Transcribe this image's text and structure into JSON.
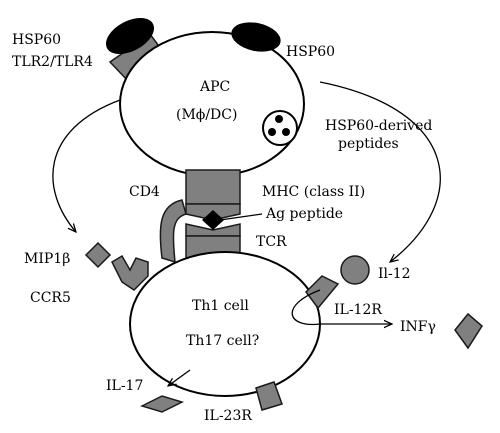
{
  "labels": {
    "hsp60_top_left": "HSP60",
    "tlr": "TLR2/TLR4",
    "hsp60_right": "HSP60",
    "apc": "APC",
    "apc_sub": "(Mϕ/DC)",
    "hsp_peptides_1": "HSP60-derived",
    "hsp_peptides_2": "peptides",
    "cd4": "CD4",
    "mhc": "MHC (class II)",
    "ag_peptide": "Ag peptide",
    "tcr": "TCR",
    "mip": "MIP1β",
    "il12": "Il-12",
    "ccr5": "CCR5",
    "th1": "Th1 cell",
    "th17": "Th17 cell?",
    "il12r": "IL-12R",
    "infy": "INFγ",
    "il17": "IL-17",
    "il23r": "IL-23R"
  }
}
